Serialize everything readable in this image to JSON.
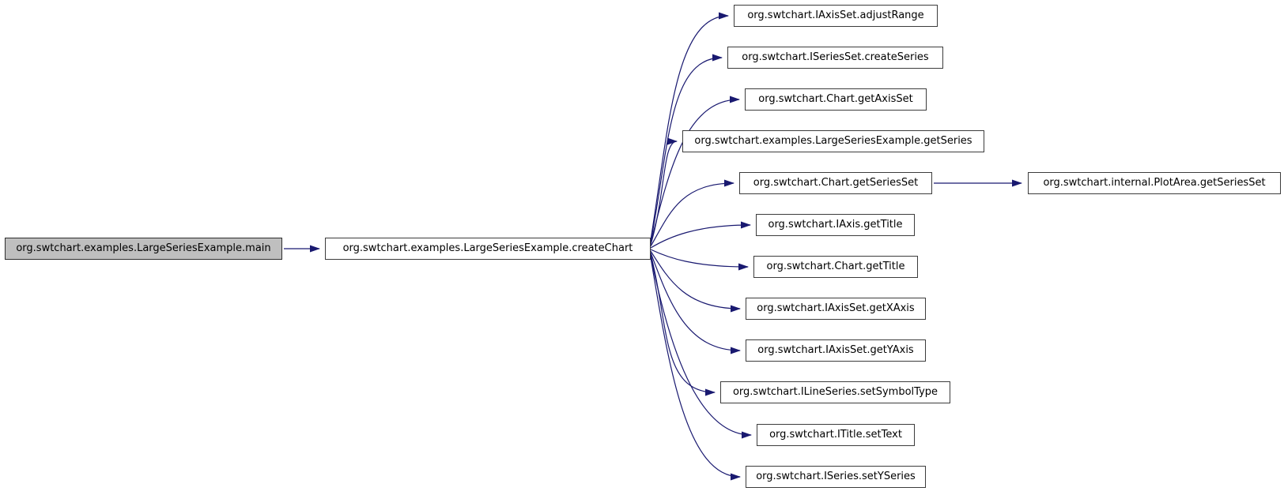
{
  "diagram": {
    "type": "doxygen-call-graph",
    "colors": {
      "edge": "#191970",
      "node_border": "#3c3c3c",
      "node_fill": "#ffffff",
      "focus_node_fill": "#bfbfbf",
      "background": "#ffffff",
      "text": "#000000"
    },
    "nodes": [
      {
        "id": "main",
        "label": "org.swtchart.examples.LargeSeriesExample.main",
        "focused": true
      },
      {
        "id": "createChart",
        "label": "org.swtchart.examples.LargeSeriesExample.createChart",
        "focused": false
      },
      {
        "id": "adjustRange",
        "label": "org.swtchart.IAxisSet.adjustRange",
        "focused": false
      },
      {
        "id": "createSeries",
        "label": "org.swtchart.ISeriesSet.createSeries",
        "focused": false
      },
      {
        "id": "getAxisSet",
        "label": "org.swtchart.Chart.getAxisSet",
        "focused": false
      },
      {
        "id": "getSeries",
        "label": "org.swtchart.examples.LargeSeriesExample.getSeries",
        "focused": false
      },
      {
        "id": "chartGetSeriesSet",
        "label": "org.swtchart.Chart.getSeriesSet",
        "focused": false
      },
      {
        "id": "plotAreaGetSeriesSet",
        "label": "org.swtchart.internal.PlotArea.getSeriesSet",
        "focused": false
      },
      {
        "id": "iaxisGetTitle",
        "label": "org.swtchart.IAxis.getTitle",
        "focused": false
      },
      {
        "id": "chartGetTitle",
        "label": "org.swtchart.Chart.getTitle",
        "focused": false
      },
      {
        "id": "getXAxis",
        "label": "org.swtchart.IAxisSet.getXAxis",
        "focused": false
      },
      {
        "id": "getYAxis",
        "label": "org.swtchart.IAxisSet.getYAxis",
        "focused": false
      },
      {
        "id": "setSymbolType",
        "label": "org.swtchart.ILineSeries.setSymbolType",
        "focused": false
      },
      {
        "id": "setText",
        "label": "org.swtchart.ITitle.setText",
        "focused": false
      },
      {
        "id": "setYSeries",
        "label": "org.swtchart.ISeries.setYSeries",
        "focused": false
      }
    ],
    "edges": [
      {
        "from": "main",
        "to": "createChart"
      },
      {
        "from": "createChart",
        "to": "adjustRange"
      },
      {
        "from": "createChart",
        "to": "createSeries"
      },
      {
        "from": "createChart",
        "to": "getAxisSet"
      },
      {
        "from": "createChart",
        "to": "getSeries"
      },
      {
        "from": "createChart",
        "to": "chartGetSeriesSet"
      },
      {
        "from": "createChart",
        "to": "iaxisGetTitle"
      },
      {
        "from": "createChart",
        "to": "chartGetTitle"
      },
      {
        "from": "createChart",
        "to": "getXAxis"
      },
      {
        "from": "createChart",
        "to": "getYAxis"
      },
      {
        "from": "createChart",
        "to": "setSymbolType"
      },
      {
        "from": "createChart",
        "to": "setText"
      },
      {
        "from": "createChart",
        "to": "setYSeries"
      },
      {
        "from": "chartGetSeriesSet",
        "to": "plotAreaGetSeriesSet"
      }
    ]
  }
}
